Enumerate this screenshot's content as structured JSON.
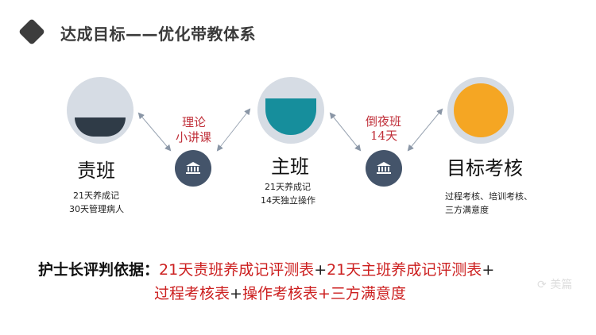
{
  "header": {
    "title": "达成目标——优化带教体系",
    "bullet_icon": "diamond-icon"
  },
  "stages": [
    {
      "label": "责班",
      "details": [
        "21天养成记",
        "30天管理病人"
      ],
      "fill_color": "#2f3b47",
      "level": "low"
    },
    {
      "label": "主班",
      "details": [
        "21天养成记",
        "14天独立操作"
      ],
      "fill_color": "#168e9c",
      "level": "high"
    },
    {
      "label": "目标考核",
      "details": [
        "过程考核、培训考核、",
        "三方满意度"
      ],
      "fill_color": "#f5a623",
      "level": "full"
    }
  ],
  "connectors": [
    {
      "note_lines": [
        "理论",
        "小讲课"
      ],
      "icon": "institution-icon"
    },
    {
      "note_lines": [
        "倒夜班",
        "14天"
      ],
      "icon": "institution-icon"
    }
  ],
  "criteria": {
    "lead": "护士长评判依据：",
    "line1": [
      "21天责班养成记评测表",
      "21天主班养成记评测表"
    ],
    "line2": [
      "过程考核表",
      "操作考核表",
      "三方满意度"
    ],
    "plus": "+"
  },
  "colors": {
    "accent_red": "#cc1f1f",
    "ring": "#d6dce4",
    "icon_bg": "#44546a"
  },
  "watermark": "美篇"
}
